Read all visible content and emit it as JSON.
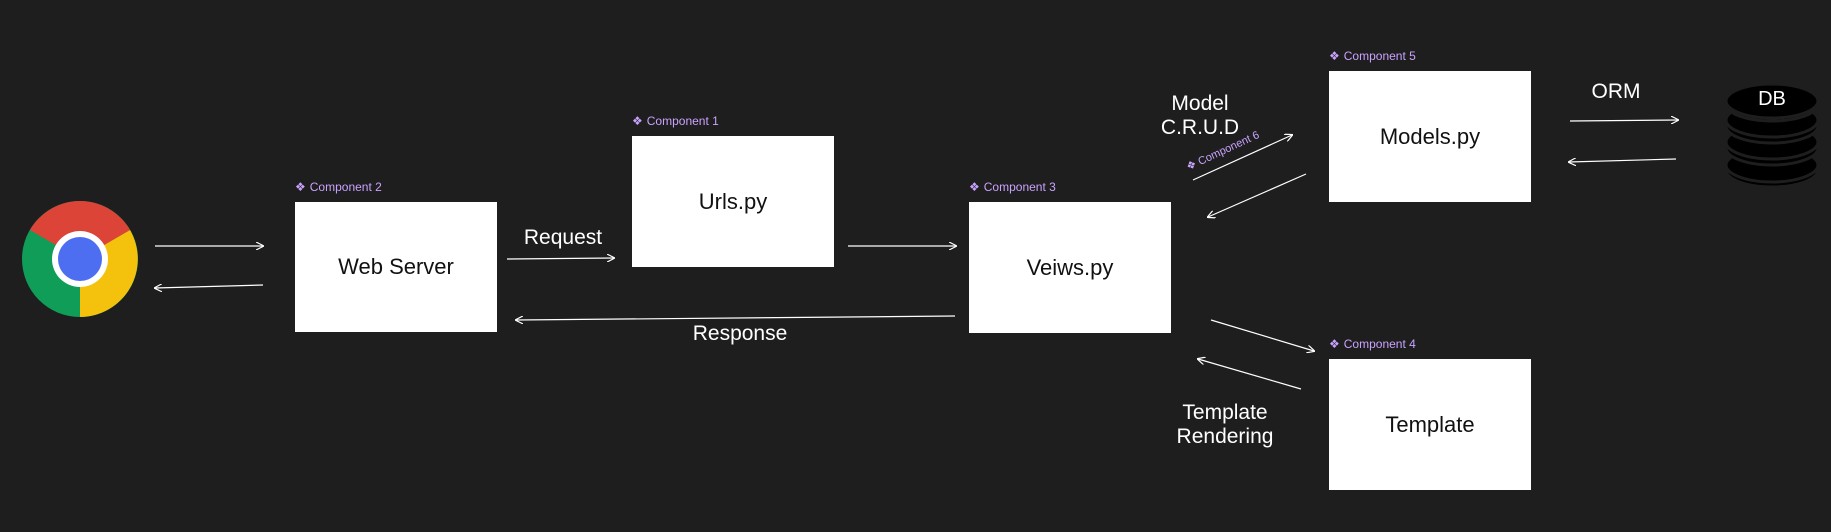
{
  "components": {
    "c1": {
      "tag": "Component 1",
      "label": "Urls.py"
    },
    "c2": {
      "tag": "Component 2",
      "label": "Web Server"
    },
    "c3": {
      "tag": "Component 3",
      "label": "Veiws.py"
    },
    "c4": {
      "tag": "Component 4",
      "label": "Template"
    },
    "c5": {
      "tag": "Component 5",
      "label": "Models.py"
    },
    "c6": {
      "tag": "Component 6"
    }
  },
  "edge_labels": {
    "request": "Request",
    "response": "Response",
    "model_crud_line1": "Model",
    "model_crud_line2": "C.R.U.D",
    "orm": "ORM",
    "template_rendering_line1": "Template",
    "template_rendering_line2": "Rendering"
  },
  "database": {
    "label": "DB"
  },
  "icons": {
    "browser": "chrome-browser-icon",
    "component": "component-diamond-icon",
    "database": "database-cylinder-icon"
  },
  "colors": {
    "background": "#1e1e1e",
    "box": "#ffffff",
    "component_tag": "#c9a2ff",
    "arrow": "#ffffff",
    "chrome_red": "#db4437",
    "chrome_yellow": "#f4c20d",
    "chrome_green": "#0f9d58",
    "chrome_blue": "#4e6ef2"
  }
}
